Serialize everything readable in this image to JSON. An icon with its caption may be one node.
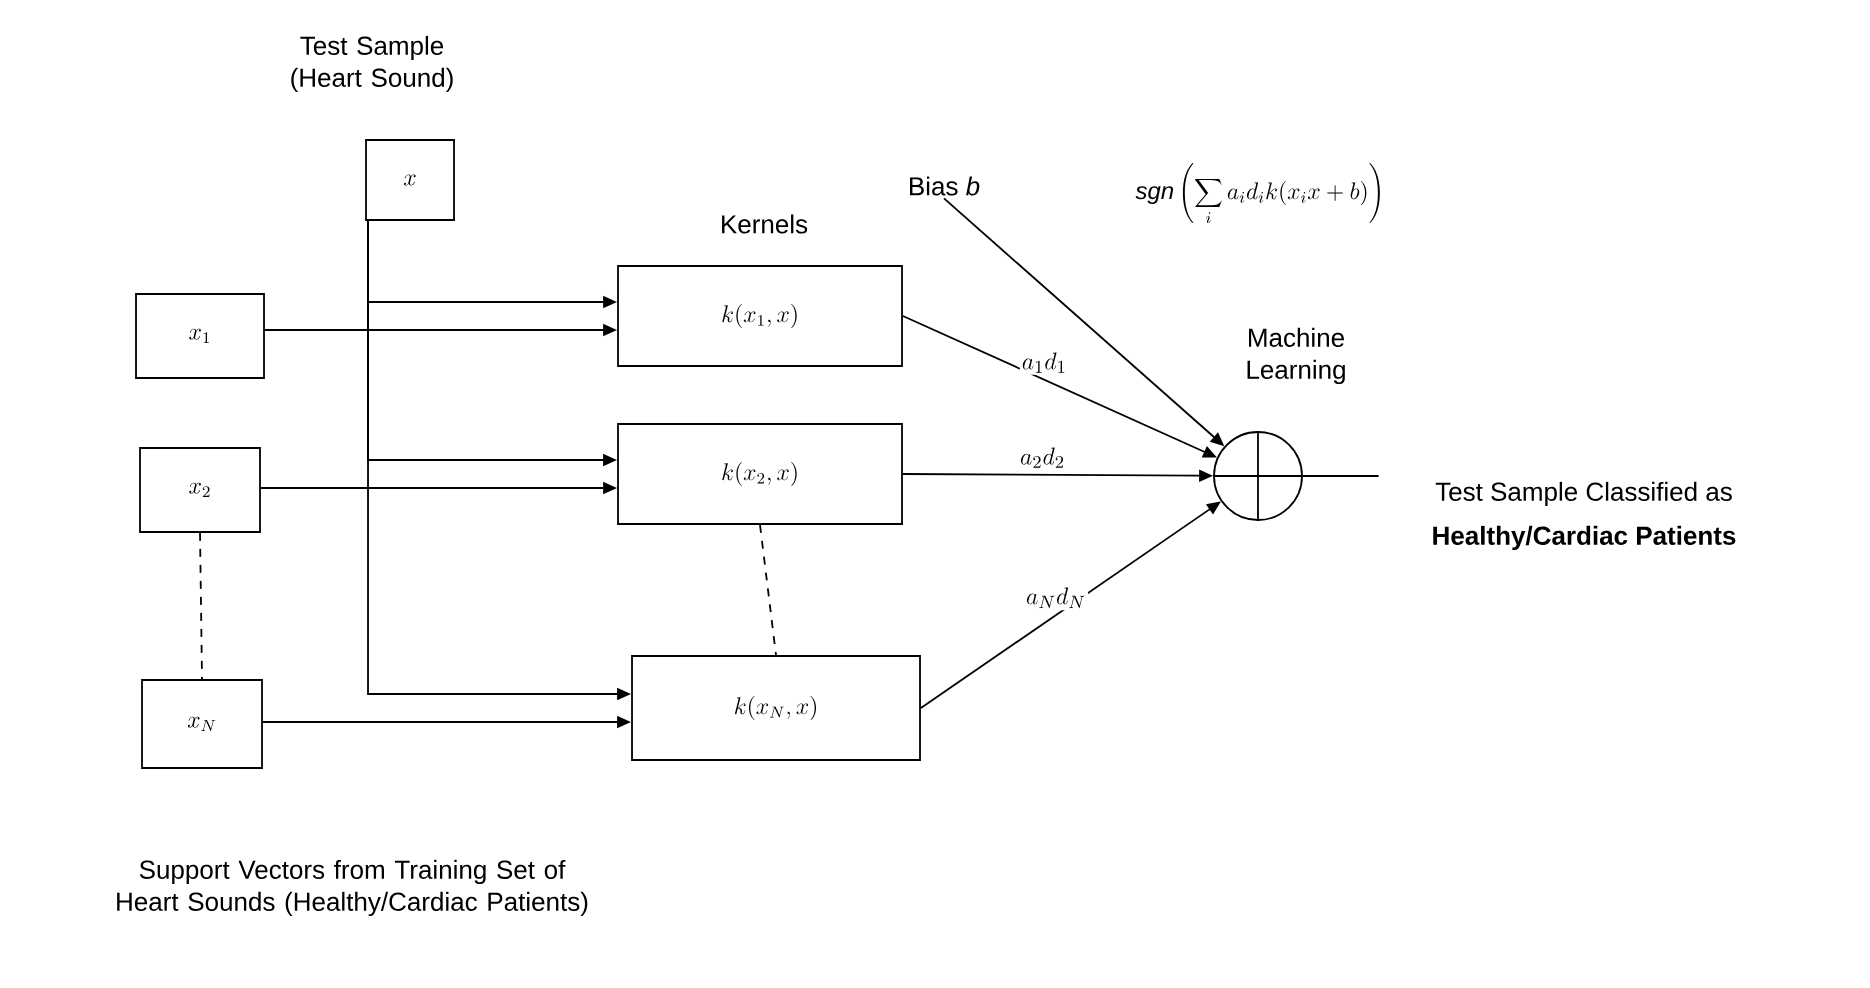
{
  "diagram": {
    "nodes": [
      {
        "text": [
          "x"
        ],
        "beside": [
          "Test Sample (Heart Sound)"
        ]
      },
      {
        "text": [
          "x_1"
        ]
      },
      {
        "text": [
          "x_2"
        ]
      },
      {
        "text": [
          "x_N"
        ]
      },
      {
        "text": [
          "k(x_1, x)"
        ]
      },
      {
        "text": [
          "k(x_2, x)"
        ]
      },
      {
        "text": [
          "k(x_N, x)"
        ]
      },
      {
        "text": [],
        "shape": "circle",
        "beside": [
          "Machine Learning"
        ]
      },
      {
        "text": [
          "Bias *b*"
        ]
      },
      {
        "text": [
          "Test Sample Classified as",
          "Healthy/Cardiac Patients"
        ]
      }
    ],
    "edges": [
      {
        "from": 0,
        "to": 4,
        "arrow": "to"
      },
      {
        "from": 0,
        "to": 5,
        "arrow": "to"
      },
      {
        "from": 0,
        "to": 6,
        "arrow": "to"
      },
      {
        "from": 1,
        "to": 4,
        "arrow": "to"
      },
      {
        "from": 2,
        "to": 5,
        "arrow": "to"
      },
      {
        "from": 3,
        "to": 6,
        "arrow": "to"
      },
      {
        "from": 2,
        "to": 3,
        "arrow": "none",
        "style": "dashed"
      },
      {
        "from": 5,
        "to": 6,
        "arrow": "none",
        "style": "dashed"
      },
      {
        "from": 4,
        "to": 7,
        "arrow": "to",
        "label": "a_1 d_1"
      },
      {
        "from": 5,
        "to": 7,
        "arrow": "to",
        "label": "a_2 d_2"
      },
      {
        "from": 6,
        "to": 7,
        "arrow": "to",
        "label": "a_N d_N"
      },
      {
        "from": 8,
        "to": 7,
        "arrow": "to"
      },
      {
        "from": 7,
        "to": 9,
        "arrow": "none"
      }
    ],
    "labels": [
      "Kernels",
      "\\mathit{sgn}\\left(\\sum_i a_i d_i k(x_i x + b)\\right)",
      "Support Vectors from Training Set of Heart Sounds (Healthy/Cardiac Patients)"
    ]
  }
}
